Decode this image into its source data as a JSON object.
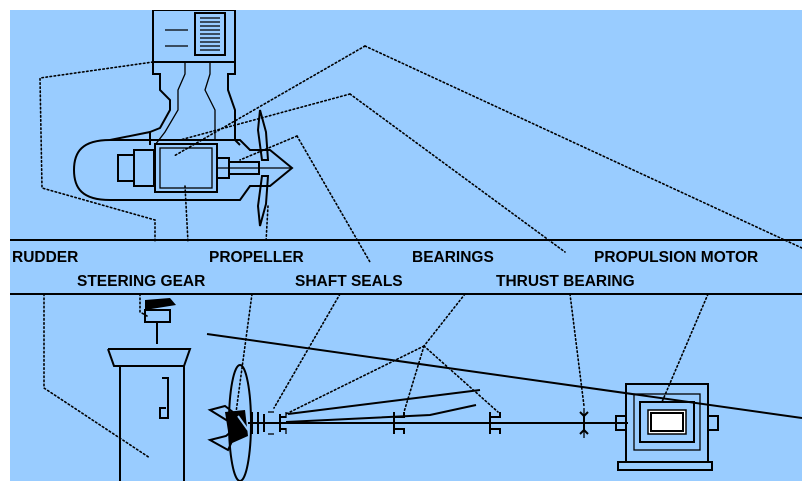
{
  "diagram": {
    "background_color": "#99ccff",
    "labels": {
      "rudder": "RUDDER",
      "propeller": "PROPELLER",
      "bearings": "BEARINGS",
      "propulsion_motor": "PROPULSION MOTOR",
      "steering_gear": "STEERING GEAR",
      "shaft_seals": "SHAFT SEALS",
      "thrust_bearing": "THRUST BEARING"
    }
  }
}
